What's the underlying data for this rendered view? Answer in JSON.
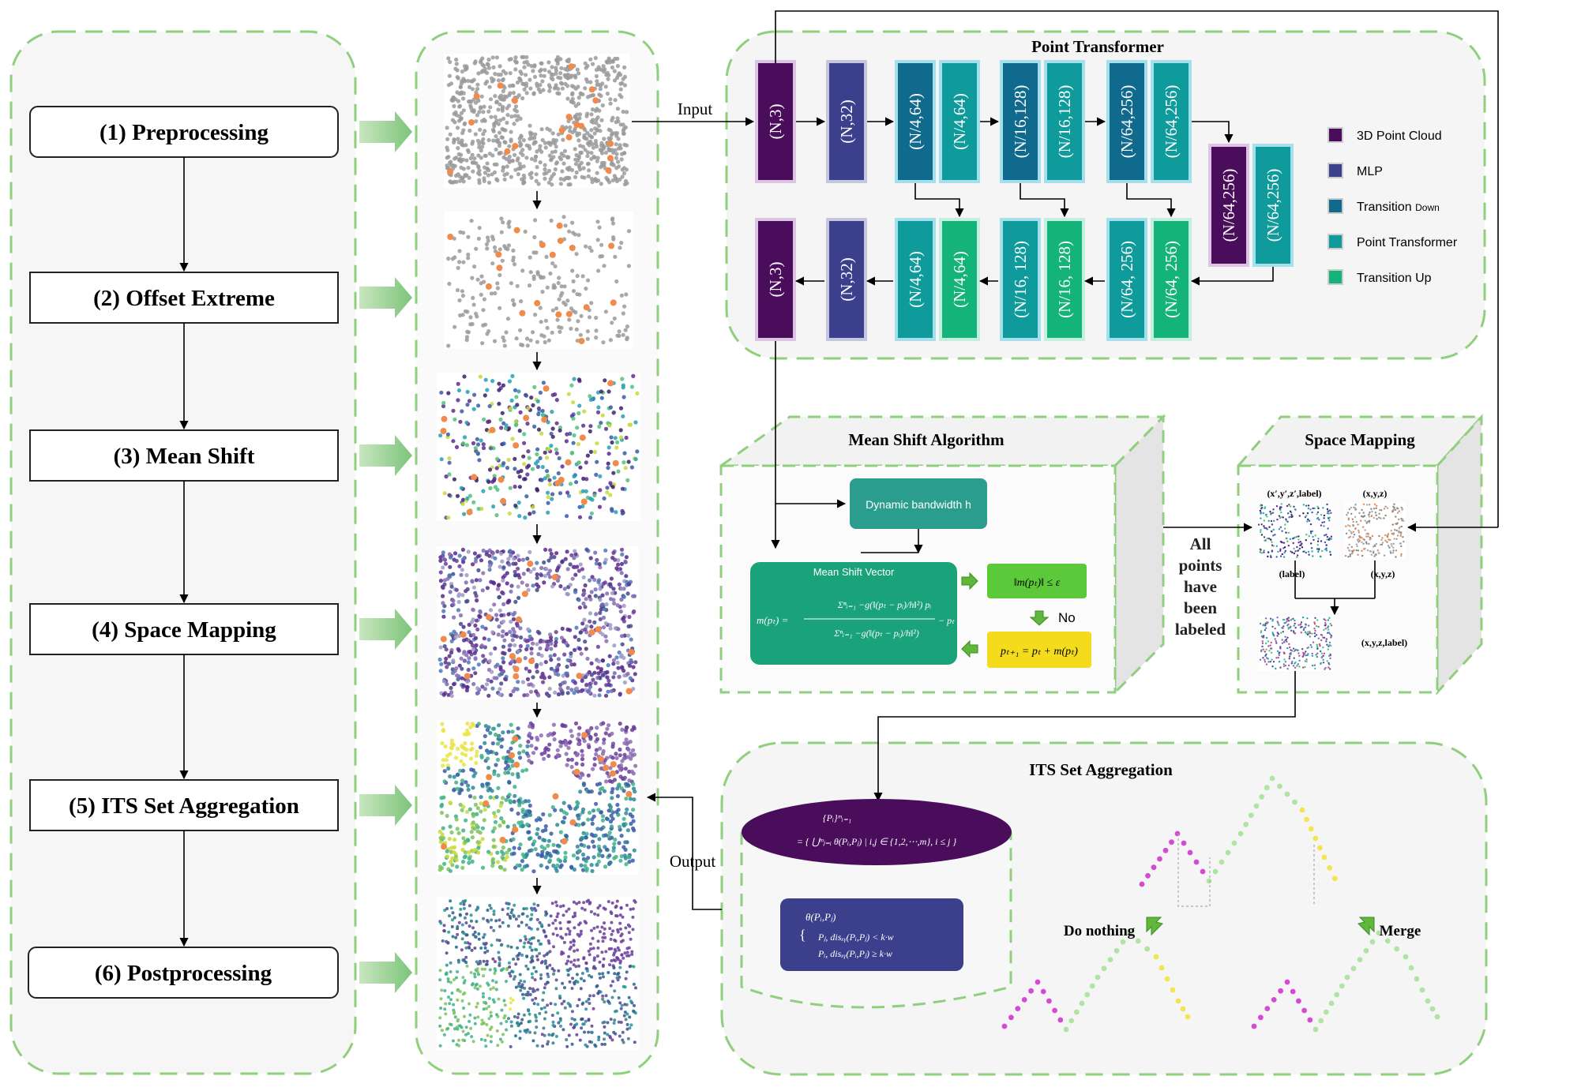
{
  "steps": [
    {
      "label": "(1) Preprocessing"
    },
    {
      "label": "(2) Offset Extreme"
    },
    {
      "label": "(3) Mean Shift"
    },
    {
      "label": "(4) Space Mapping"
    },
    {
      "label": "(5) ITS Set Aggregation"
    },
    {
      "label": "(6) Postprocessing"
    }
  ],
  "flow": {
    "input": "Input",
    "output": "Output"
  },
  "pt": {
    "title": "Point Transformer",
    "enc": [
      "(N,3)",
      "(N,32)",
      "(N/4,64)",
      "(N/4,64)",
      "(N/16,128)",
      "(N/16,128)",
      "(N/64,256)",
      "(N/64,256)"
    ],
    "mid": [
      "(N/64,256)",
      "(N/64,256)"
    ],
    "dec": [
      "(N,3)",
      "(N,32)",
      "(N/4,64)",
      "(N/4,64)",
      "(N/16, 128)",
      "(N/16, 128)",
      "(N/64, 256)",
      "(N/64, 256)"
    ],
    "legend": [
      {
        "label": "3D Point Cloud",
        "color": "#4a0d5c"
      },
      {
        "label": "MLP",
        "color": "#3b3f8c"
      },
      {
        "label": "Transition ",
        "sub": "Down",
        "color": "#0f6a8e"
      },
      {
        "label": "Point Transformer",
        "color": "#0f9b9b"
      },
      {
        "label": "Transition Up",
        "color": "#14b37a"
      }
    ]
  },
  "ms": {
    "title": "Mean Shift Algorithm",
    "bandwidth": "Dynamic bandwidth h",
    "vector_title": "Mean Shift Vector",
    "vector_lhs": "m(pₜ) =",
    "vector_num": "Σⁿᵢ₌₁ −g(‖(pₜ − pᵢ)/h‖²) pᵢ",
    "vector_den": "Σⁿᵢ₌₁ −g(‖(pₜ − pᵢ)/h‖²)",
    "vector_tail": "− pₜ",
    "cond": "‖m(pₜ)‖ ≤ ε",
    "no": "No",
    "update": "pₜ₊₁ = pₜ + m(pₜ)",
    "all_labeled": [
      "All",
      "points",
      "have",
      "been",
      "labeled"
    ]
  },
  "sm": {
    "title": "Space Mapping",
    "lbl_a": "(x′,y′,z′,label)",
    "lbl_b": "(x,y,z)",
    "lbl_c": "(label)",
    "lbl_d": "(x,y,z)",
    "lbl_e": "(x,y,z,label)"
  },
  "its": {
    "title": "ITS Set Aggregation",
    "set_line1": "{Pᵢ}ᵐᵢ₌₁",
    "set_line2": "= { ⋃ᵐⱼ₌ᵢ θ(Pᵢ,Pⱼ) | i,j ∈ {1,2,⋯,m}, i ≤ j }",
    "theta_line1": "θ(Pᵢ,Pⱼ)",
    "theta_line2": "Pⱼ,  disₓᵧ(Pᵢ,Pⱼ) < k·w",
    "theta_line3": "Pᵢ,  disₓᵧ(Pᵢ,Pⱼ) ≥ k·w",
    "do_nothing": "Do nothing",
    "merge": "Merge"
  }
}
